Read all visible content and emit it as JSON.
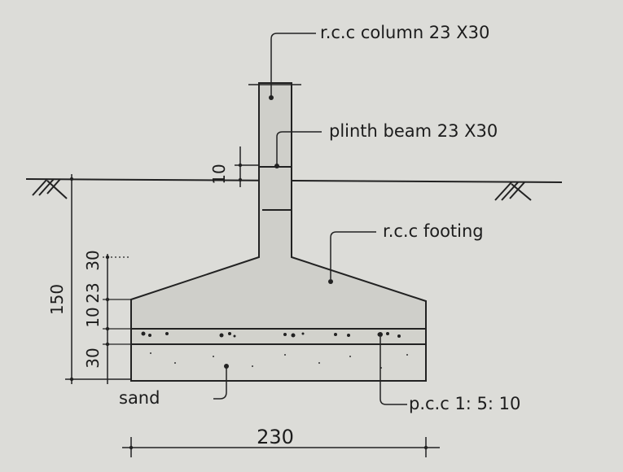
{
  "labels": {
    "column": "r.c.c column 23 X30",
    "plinth_beam": "plinth beam 23 X30",
    "footing": "r.c.c footing",
    "sand": "sand",
    "pcc": "p.c.c 1: 5: 10"
  },
  "dimensions": {
    "plinth_offset": "10",
    "total_depth": "150",
    "footing_top": "30",
    "footing_mid": "23",
    "layer_a": "10",
    "layer_b": "30",
    "width": "230"
  },
  "colors": {
    "background": "#dcdcd8",
    "ink": "#222222",
    "concrete": "#cfcfca",
    "sand": "#d8d8d3"
  }
}
